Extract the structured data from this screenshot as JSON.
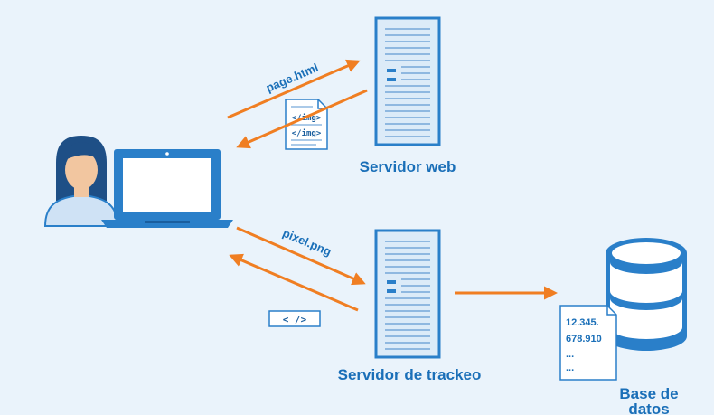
{
  "nodes": {
    "web_server": {
      "label": "Servidor web"
    },
    "tracking_server": {
      "label": "Servidor de trackeo"
    },
    "database": {
      "label_line1": "Base de",
      "label_line2": "datos"
    }
  },
  "arrows": {
    "request_page": {
      "label": "page.html"
    },
    "request_pixel": {
      "label": "pixel.png"
    }
  },
  "documents": {
    "html_doc": {
      "line1": "</img>",
      "line2": "</img>"
    },
    "code_tag": {
      "text": "< />"
    },
    "data_note": {
      "line1": "12.345.",
      "line2": "678.910",
      "line3": "...",
      "line4": "..."
    }
  },
  "colors": {
    "background": "#eaf3fb",
    "arrow": "#f07e22",
    "label": "#1a6fb8",
    "device_fill": "#dcebf8",
    "device_stroke": "#2a7fc9",
    "skin": "#f2c6a0",
    "hair": "#1e4f86"
  }
}
